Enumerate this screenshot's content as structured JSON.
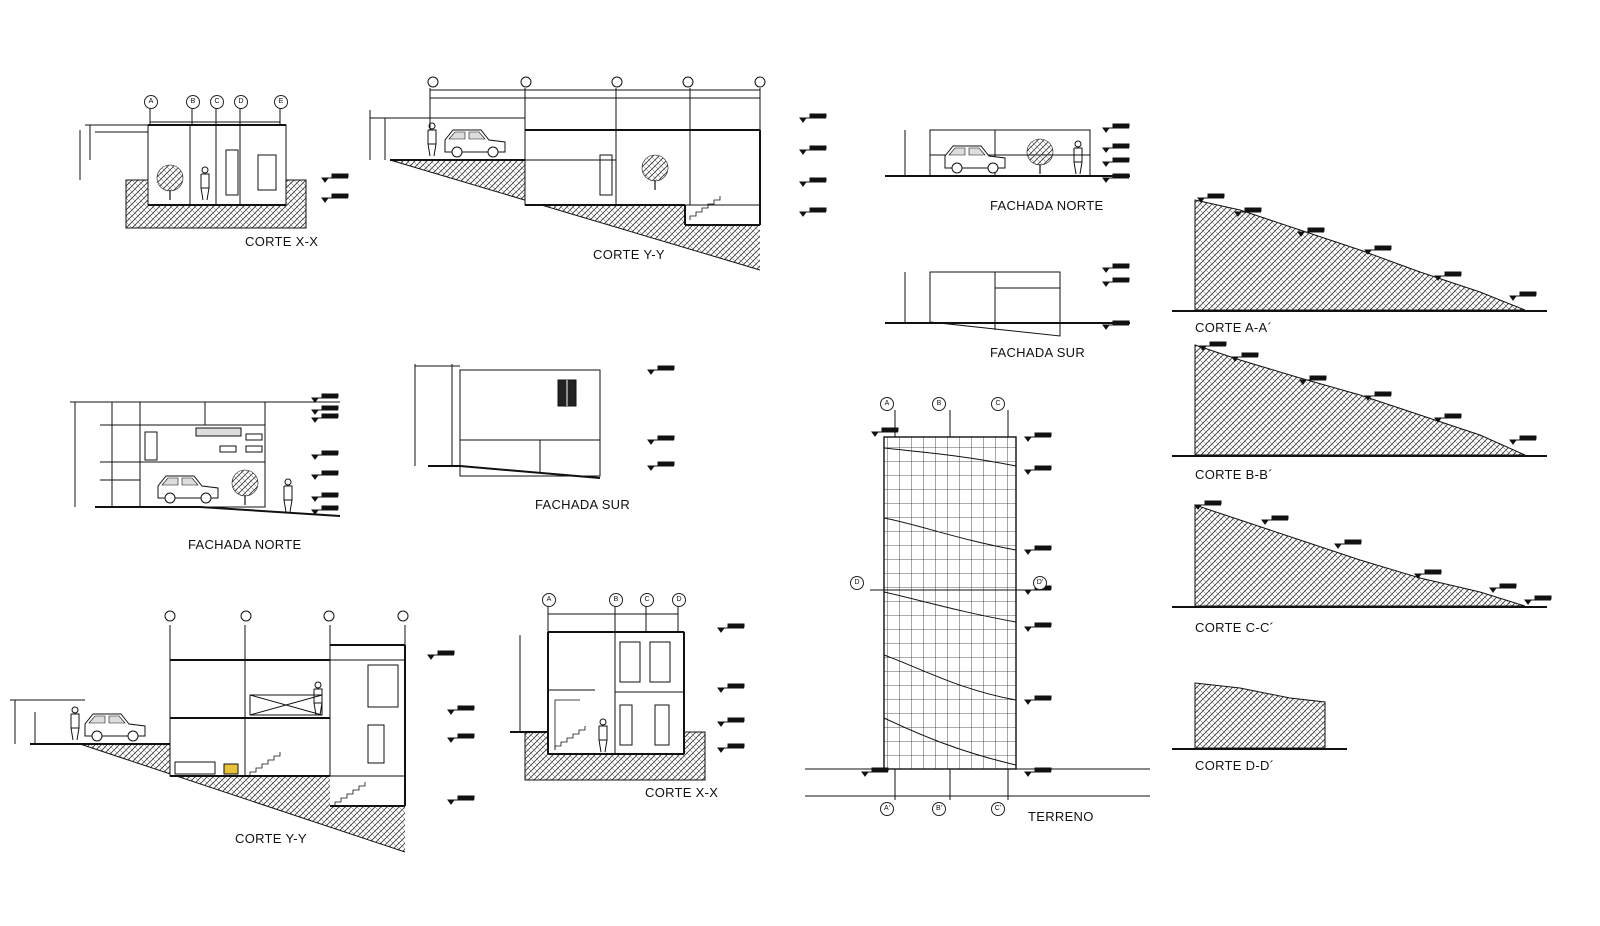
{
  "titles": {
    "corte_xx_top": "CORTE X-X",
    "corte_yy_top": "CORTE Y-Y",
    "fachada_norte_right": "FACHADA NORTE",
    "fachada_sur_right": "FACHADA SUR",
    "corte_aa": "CORTE A-A´",
    "corte_bb": "CORTE B-B´",
    "corte_cc": "CORTE C-C´",
    "corte_dd": "CORTE D-D´",
    "fachada_norte_left": "FACHADA NORTE",
    "fachada_sur_mid": "FACHADA SUR",
    "corte_yy_bottom": "CORTE Y-Y",
    "corte_xx_bottom": "CORTE X-X",
    "terreno": "TERRENO"
  },
  "axis_bubbles": {
    "corte_xx_top": [
      "A",
      "B",
      "C",
      "D",
      "E"
    ],
    "corte_xx_bottom": [
      "A",
      "B",
      "C",
      "D"
    ],
    "terreno_top": [
      "A",
      "B",
      "C"
    ],
    "terreno_bottom": [
      "A'",
      "B'",
      "C'"
    ],
    "terreno_side": [
      "D",
      "D'"
    ]
  },
  "colors": {
    "line": "#1a1a1a",
    "hatch": "#333333",
    "paper": "#ffffff"
  },
  "icons": [
    "tree-icon",
    "person-icon",
    "car-icon",
    "stair-icon",
    "axis-bubble-icon",
    "level-marker-icon"
  ]
}
